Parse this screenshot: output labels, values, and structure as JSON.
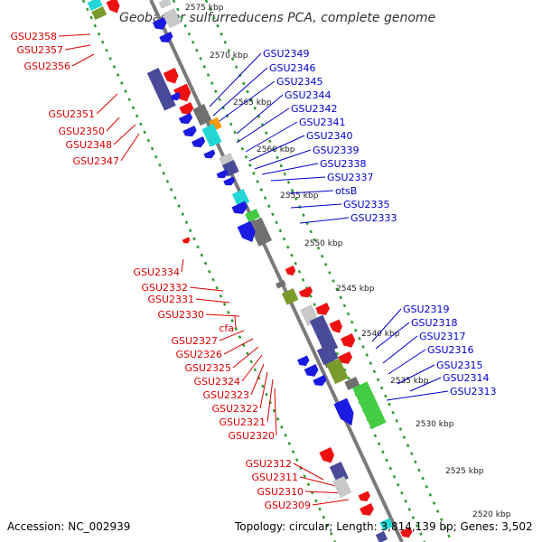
{
  "title": "Geobacter sulfurreducens PCA, complete genome",
  "footer": {
    "accession": "Accession: NC_002939",
    "topology": "Topology: circular; Length: 3,814,139 bp; Genes: 3,502"
  },
  "colors": {
    "backbone": "#7a7a7a",
    "ruler_dots": "#2e9a2e",
    "left_label": "#dd0000",
    "right_label": "#0000cc",
    "red": "#ee1111",
    "blue": "#1a1ae0",
    "navy": "#4a4a9a",
    "cyan": "#22d6d6",
    "olive": "#7a9a2a",
    "green": "#44cc44",
    "gray": "#707070",
    "lightgray": "#c8c8c8",
    "orange": "#ff9900"
  },
  "ruler_ticks": [
    "2575 kbp",
    "2570 kbp",
    "2565 kbp",
    "2560 kbp",
    "2555 kbp",
    "2550 kbp",
    "2545 kbp",
    "2540 kbp",
    "2535 kbp",
    "2530 kbp",
    "2525 kbp",
    "2520 kbp"
  ],
  "left_labels": [
    "GSU2358",
    "GSU2357",
    "GSU2356",
    "GSU2351",
    "GSU2350",
    "GSU2348",
    "GSU2347",
    "GSU2334",
    "GSU2332",
    "GSU2331",
    "GSU2330",
    "cfa",
    "GSU2327",
    "GSU2326",
    "GSU2325",
    "GSU2324",
    "GSU2323",
    "GSU2322",
    "GSU2321",
    "GSU2320",
    "GSU2312",
    "GSU2311",
    "GSU2310",
    "GSU2309"
  ],
  "right_labels": [
    "GSU2349",
    "GSU2346",
    "GSU2345",
    "GSU2344",
    "GSU2342",
    "GSU2341",
    "GSU2340",
    "GSU2339",
    "GSU2338",
    "GSU2337",
    "otsB",
    "GSU2335",
    "GSU2333",
    "GSU2319",
    "GSU2318",
    "GSU2317",
    "GSU2316",
    "GSU2315",
    "GSU2314",
    "GSU2313"
  ]
}
